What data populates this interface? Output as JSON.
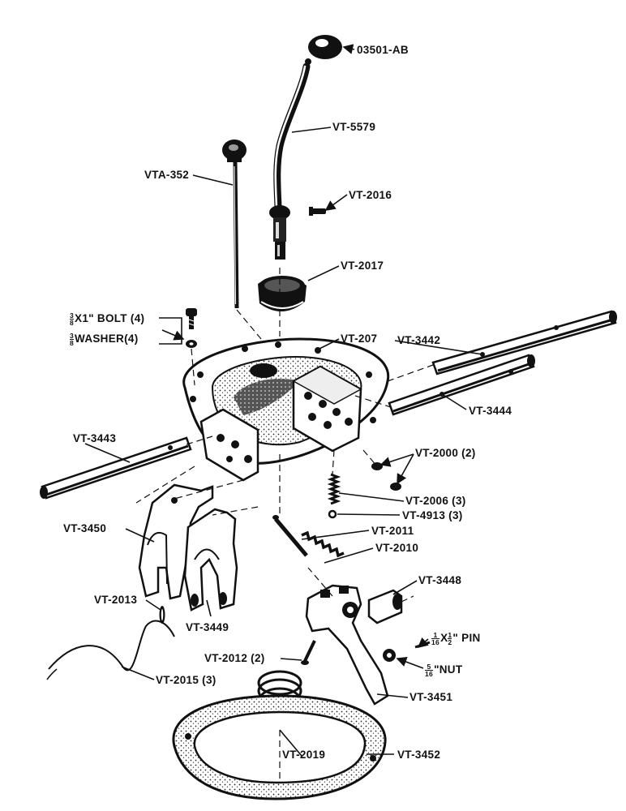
{
  "parts": {
    "knob": "03501-AB",
    "shift_lever": "VT-5579",
    "dipstick": "VTA-352",
    "lever_pin": "VT-2016",
    "boot": "VT-2017",
    "bolt_qty": "(4)",
    "washer_qty": "(4)",
    "bolt_num": "3",
    "bolt_den": "8",
    "bolt_desc": "X1\" BOLT",
    "washer_num": "3",
    "washer_den": "8",
    "washer_desc": "WASHER",
    "cover": "VT-207",
    "rail_1": "VT-3442",
    "rail_2": "VT-3444",
    "rail_3": "VT-3443",
    "ball": "VT-2000 (2)",
    "spring": "VT-2006 (3)",
    "plunger": "VT-4913 (3)",
    "fork_1": "VT-3450",
    "interlock_pin": "VT-2011",
    "interlock_spring": "VT-2010",
    "block": "VT-3448",
    "wire_pin": "VT-2013",
    "fork_2": "VT-3449",
    "screw": "VT-2012 (2)",
    "pin_num1": "1",
    "pin_den1": "16",
    "pin_mid": "X",
    "pin_num2": "1",
    "pin_den2": "2",
    "pin_desc": "\" PIN",
    "nut_num": "5",
    "nut_den": "16",
    "nut_desc": "\"NUT",
    "safety_wire": "VT-2015 (3)",
    "lever_arm": "VT-3451",
    "spring_cup": "VT-2019",
    "gasket": "VT-3452"
  }
}
